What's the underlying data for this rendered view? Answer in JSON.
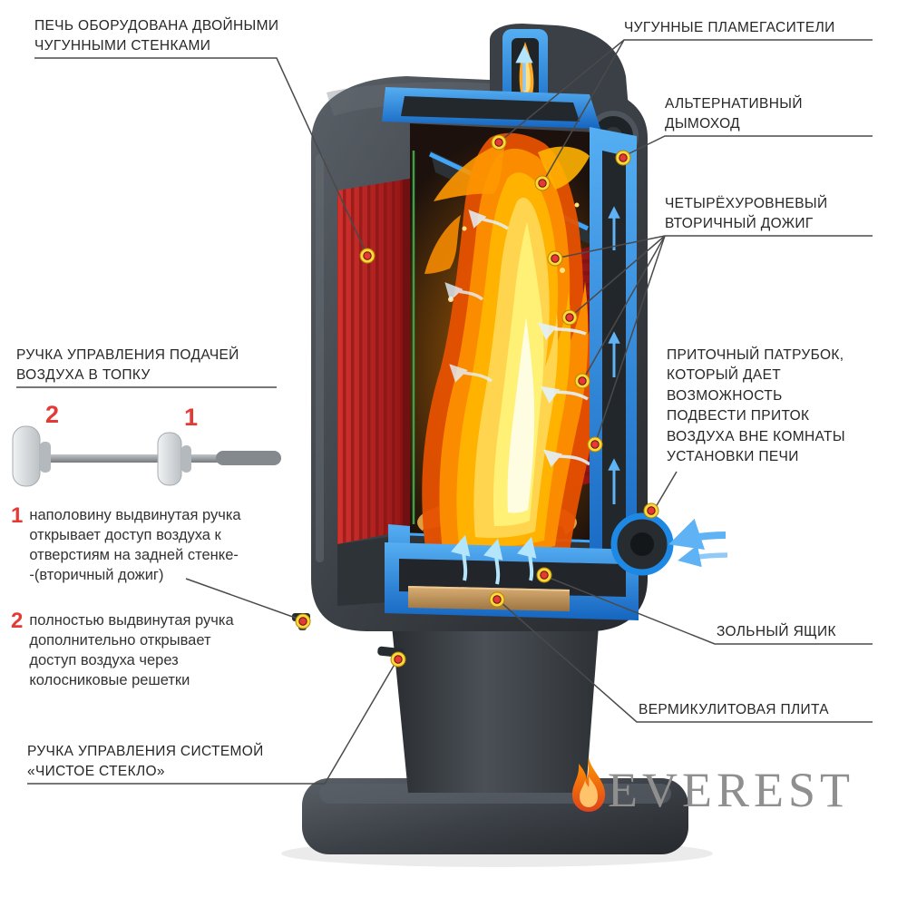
{
  "labels": {
    "double_walls": "ПЕЧЬ ОБОРУДОВАНА ДВОЙНЫМИ\nЧУГУННЫМИ СТЕНКАМИ",
    "flame_arresters": "ЧУГУННЫЕ ПЛАМЕГАСИТЕЛИ",
    "alt_chimney": "АЛЬТЕРНАТИВНЫЙ\nДЫМОХОД",
    "four_level_afterburn": "ЧЕТЫРЁХУРОВНЕВЫЙ\nВТОРИЧНЫЙ ДОЖИГ",
    "air_control_handle": "РУЧКА УПРАВЛЕНИЯ ПОДАЧЕЙ\nВОЗДУХА В ТОПКУ",
    "inlet_pipe": "ПРИТОЧНЫЙ ПАТРУБОК,\nКОТОРЫЙ ДАЕТ\nВОЗМОЖНОСТЬ\nПОДВЕСТИ ПРИТОК\nВОЗДУХА ВНЕ КОМНАТЫ\nУСТАНОВКИ ПЕЧИ",
    "ash_box": "ЗОЛЬНЫЙ ЯЩИК",
    "vermiculite_plate": "ВЕРМИКУЛИТОВАЯ ПЛИТА",
    "clean_glass_handle": "РУЧКА УПРАВЛЕНИЯ СИСТЕМОЙ\n«ЧИСТОЕ СТЕКЛО»"
  },
  "handle_notes": {
    "note1_num": "1",
    "note1_text": "наполовину выдвинутая ручка\nоткрывает доступ воздуха к\nотверстиям на задней стенке-\n-(вторичный дожиг)",
    "note2_num": "2",
    "note2_text": "полностью выдвинутая ручка\nдополнительно открывает\nдоступ воздуха через\nколосниковые решетки"
  },
  "handle_diagram": {
    "position_full_label": "2",
    "position_half_label": "1"
  },
  "brand": {
    "name": "EVEREST"
  },
  "colors": {
    "accent_red": "#e53935",
    "cut_blue": "#1e88e5",
    "flame_orange": "#ff9800",
    "body_gray": "#3c4147",
    "label_text": "#272727"
  }
}
